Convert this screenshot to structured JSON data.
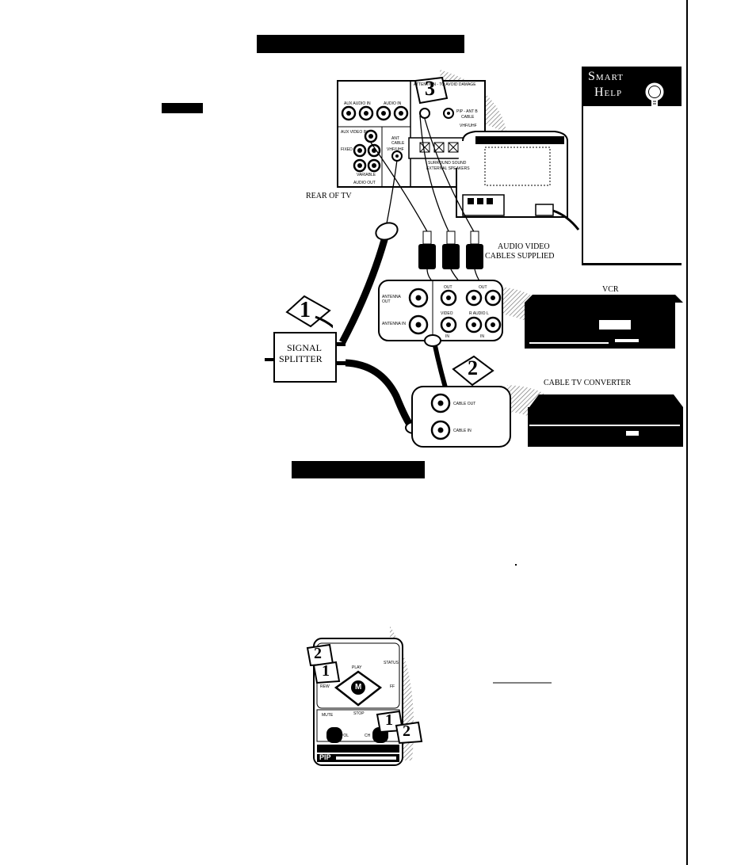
{
  "sidebar": {
    "title_line1": "Smart",
    "title_line2": "Help"
  },
  "labels": {
    "rear_of_tv": "REAR OF TV",
    "audio_video_cables": "AUDIO VIDEO",
    "audio_video_cables_2": "CABLES SUPPLIED",
    "vcr": "VCR",
    "signal_splitter_1": "SIGNAL",
    "signal_splitter_2": "SPLITTER",
    "cable_tv_converter": "CABLE TV CONVERTER"
  },
  "tv_panel": {
    "attention": "ATTENTION - TO AVOID DAMAGE",
    "aux_audio_in": "AUX AUDIO IN",
    "audio_in": "AUDIO IN",
    "aux_video_in": "AUX VIDEO IN",
    "ant_cable": "ANT CABLE",
    "vhf_uhf": "VHF/UHF",
    "fixed": "FIXED",
    "variable": "VARIABLE",
    "audio_out": "AUDIO OUT",
    "pip_ant": "PIP - ANT B",
    "cable": "CABLE",
    "pip_vhf_uhf": "VHF/UHF",
    "surround_sound": "SURROUND SOUND",
    "external_speakers": "EXTERNAL SPEAKERS"
  },
  "vcr_panel": {
    "antenna_out": "ANTENNA OUT",
    "antenna_in": "ANTENNA IN",
    "out_1": "OUT",
    "out_2": "OUT",
    "video": "VIDEO",
    "audio": "R  AUDIO  L",
    "in_1": "IN",
    "in_2": "IN"
  },
  "converter_panel": {
    "cable_out": "CABLE OUT",
    "cable_in": "CABLE IN"
  },
  "steps": {
    "step1": "1",
    "step2": "2",
    "step3": "3",
    "remote_step1a": "1",
    "remote_step2a": "2",
    "remote_step1b": "1",
    "remote_step2b": "2"
  },
  "remote": {
    "play": "PLAY",
    "status": "STATUS",
    "rew": "REW",
    "ff": "FF",
    "menu": "M",
    "mute": "MUTE",
    "stop": "STOP",
    "vol": "VOL",
    "ch": "CH",
    "pip": "PIP"
  }
}
